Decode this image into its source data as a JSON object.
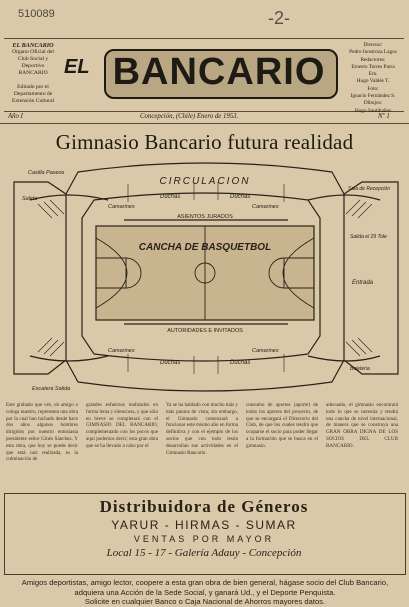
{
  "archive_stamp": "510089",
  "page_number": "-2-",
  "masthead": {
    "logo_prefix": "EL",
    "logo": "BANCARIO",
    "left_info": {
      "title": "EL BANCARIO",
      "lines": [
        "Organo Oficial del",
        "Club Social y Deportivo",
        "BANCARIO",
        "",
        "Editado por el",
        "Departamento de",
        "Extensión Cultural"
      ]
    },
    "right_info": {
      "lines": [
        "Director:",
        "Pedro Inostroza Lagos",
        "Redactores:",
        "Ernesto Torres Parra",
        "Ern.",
        "Hugo Valdés T.",
        "Foto:",
        "Ignacio Fernández S.",
        "Dibujos:",
        "Hugo Santibañez"
      ]
    }
  },
  "dateline": {
    "issue_year": "Año I",
    "place_date": "Concepción, (Chile) Enero de 1953.",
    "issue_number": "Nº 1"
  },
  "headline": "Gimnasio Bancario futura realidad",
  "plan": {
    "circulacion_top": "CIRCULACION",
    "sala_top": "Casilla Paseos",
    "court_title": "CANCHA DE BASQUETBOL",
    "seats_top": "ASIENTOS JURADOS",
    "seats_bottom": "AUTORIDADES E INVITADOS",
    "duchas": "Duchas",
    "camarines": "Camarines",
    "sala_recepcion": "Sala de Recepción",
    "salida": "Salida",
    "entrada": "Entrada",
    "sala_bottom": "Escalera Salida",
    "boleteria": "Boleteria",
    "right_label": "Salida el 29 Tole"
  },
  "columns": [
    "Este grabado que vés, oh amigo o colega nuestro, representa una obra por la cual han luchado desde hace dos años algunos hombres dirigidos por nuestro entusiasta presidente señor Ginés Sánchez. Y esta obra, que hoy se puede decir que está casi realizada, es la culminación de",
    "grandes esfuerzos realizados en forma lenta y silenciosa, y que sólo en breve se completará con el GIMNASIO DEL BANCARIO, complementado con los pocos que aquí podemos decir; esta gran obra que se ha llevado a cabo por el",
    "Ya se ha hablado con mucho más y más puntos de vista; sin embargo, el Gimnasio comenzará a funcionar este mismo año en forma definitiva y con el ejemplo de los socios que con todo tesón desarrollan sus actividades en el Gimnasio Bancario.",
    "consumo de aportes (aporte) de todos los aportes del proyecto, de que se encargará el Directorio del Club, de que los cuales tendrá que ocuparse el socio para poder llegar a la formación que se busca en el gimnasio.",
    "adecuado, el gimnasio encontrará todo lo que se necesita y tendrá una cancha de nivel internacional, de manera que se construya una GRAN OBRA DIGNA DE LOS SOCIOS DEL CLUB BANCARIO."
  ],
  "ad": {
    "title": "Distribuidora de Géneros",
    "brands": "YARUR - HIRMAS - SUMAR",
    "subtitle": "VENTAS POR MAYOR",
    "address": "Local 15 - 17 - Galería Adauy - Concepción"
  },
  "footer": {
    "line1": "Amigos deportistas, amigo lector, coopere a esta gran obra de bien general, hágase socio del Club Bancario, adquiera una Acción de la Sede Social, y ganará Ud., y el Deporte Penquista.",
    "line2": "Solicite en cualquier Banco o Caja Nacional de Ahorros mayores datos."
  },
  "colors": {
    "paper": "#d9c9a8",
    "ink": "#2a2218",
    "court_fill": "#c8b48e"
  }
}
